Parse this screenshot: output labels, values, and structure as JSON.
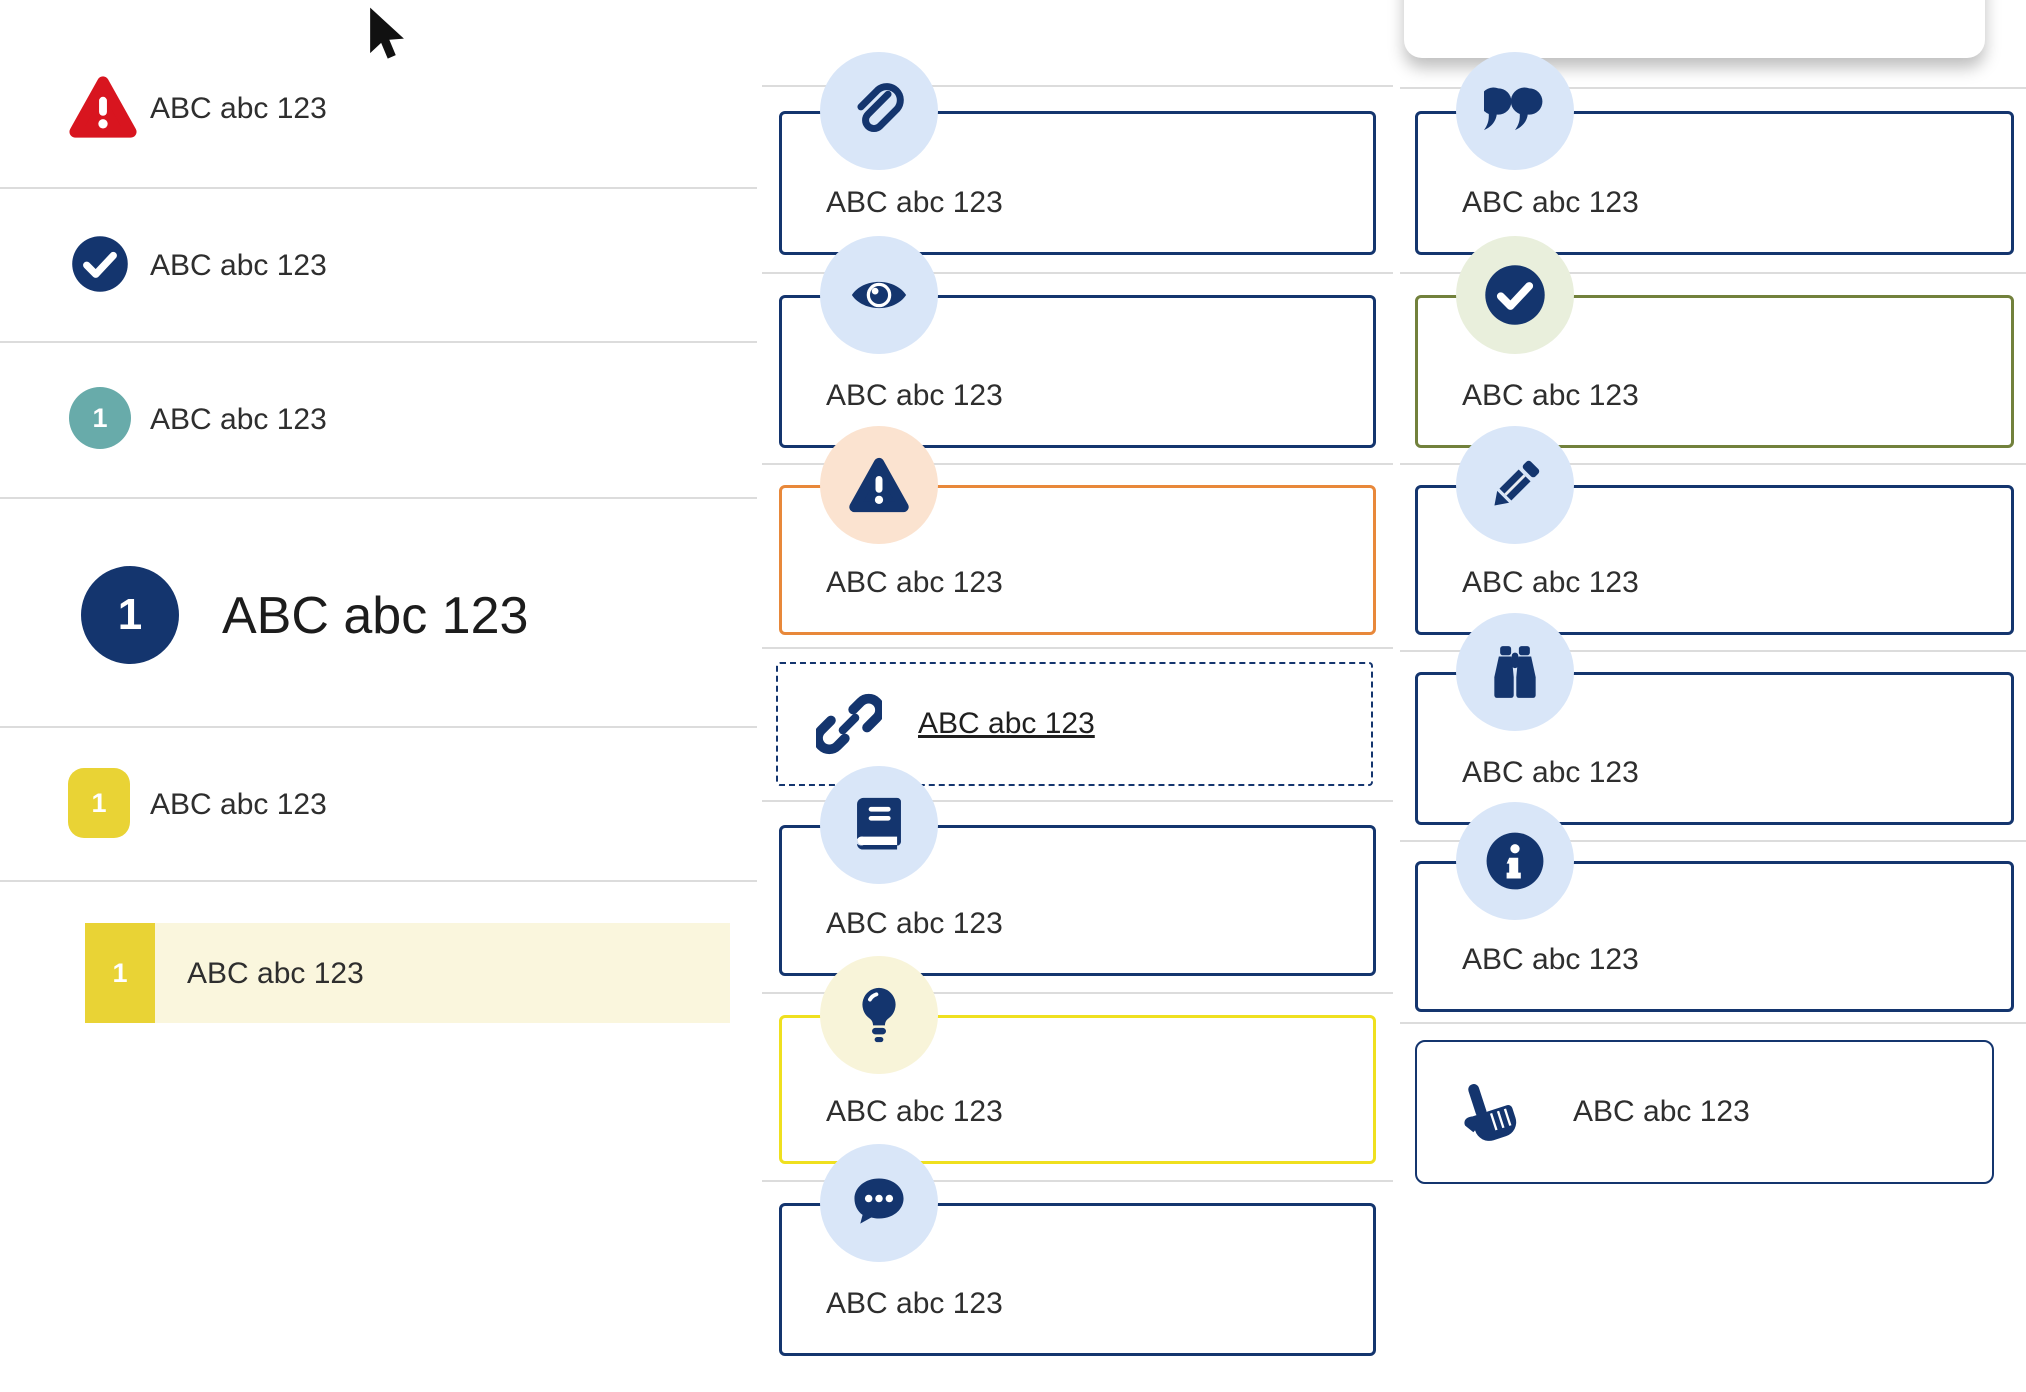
{
  "palette": {
    "navy": "#14356e",
    "light_blue_badge": "#d9e6f8",
    "peach_badge": "#fbe3d0",
    "orange_border": "#e8883a",
    "pale_green_badge": "#e9efdc",
    "olive_border": "#72813c",
    "pale_yellow_badge": "#f8f4d9",
    "yellow_border": "#efe01f",
    "alert_red": "#d8151f",
    "teal": "#68abaa",
    "yellow_square": "#e9d335",
    "highlight_band": "#faf6dd",
    "hairline": "#dcdcdc",
    "text": "#2e2e2e"
  },
  "left_list": {
    "items": [
      {
        "icon": "alert-triangle-icon",
        "label": "ABC abc 123"
      },
      {
        "icon": "check-circle-icon",
        "label": "ABC abc 123"
      },
      {
        "icon": "teal-number-circle",
        "number": "1",
        "label": "ABC abc 123"
      },
      {
        "icon": "navy-number-circle-large",
        "number": "1",
        "label": "ABC abc 123"
      },
      {
        "icon": "yellow-number-square",
        "number": "1",
        "label": "ABC abc 123"
      },
      {
        "icon": "yellow-number-square-highlighted",
        "number": "1",
        "label": "ABC abc 123"
      }
    ]
  },
  "middle_callouts": [
    {
      "icon": "paperclip-icon",
      "label": "ABC abc 123",
      "variant": "navy"
    },
    {
      "icon": "eye-icon",
      "label": "ABC abc 123",
      "variant": "navy"
    },
    {
      "icon": "warning-triangle-icon",
      "label": "ABC abc 123",
      "variant": "orange"
    },
    {
      "icon": "link-icon",
      "label": "ABC abc 123",
      "variant": "dashed-link"
    },
    {
      "icon": "book-icon",
      "label": "ABC abc 123",
      "variant": "navy"
    },
    {
      "icon": "lightbulb-icon",
      "label": "ABC abc 123",
      "variant": "yellow"
    },
    {
      "icon": "chat-bubble-icon",
      "label": "ABC abc 123",
      "variant": "navy"
    }
  ],
  "right_callouts": [
    {
      "icon": "quote-icon",
      "label": "ABC abc 123",
      "variant": "navy"
    },
    {
      "icon": "check-circle-icon",
      "label": "ABC abc 123",
      "variant": "olive"
    },
    {
      "icon": "pencil-icon",
      "label": "ABC abc 123",
      "variant": "navy"
    },
    {
      "icon": "binoculars-icon",
      "label": "ABC abc 123",
      "variant": "navy"
    },
    {
      "icon": "info-circle-icon",
      "label": "ABC abc 123",
      "variant": "navy"
    },
    {
      "icon": "hand-pointer-icon",
      "label": "ABC abc 123",
      "variant": "navy-inline"
    }
  ]
}
